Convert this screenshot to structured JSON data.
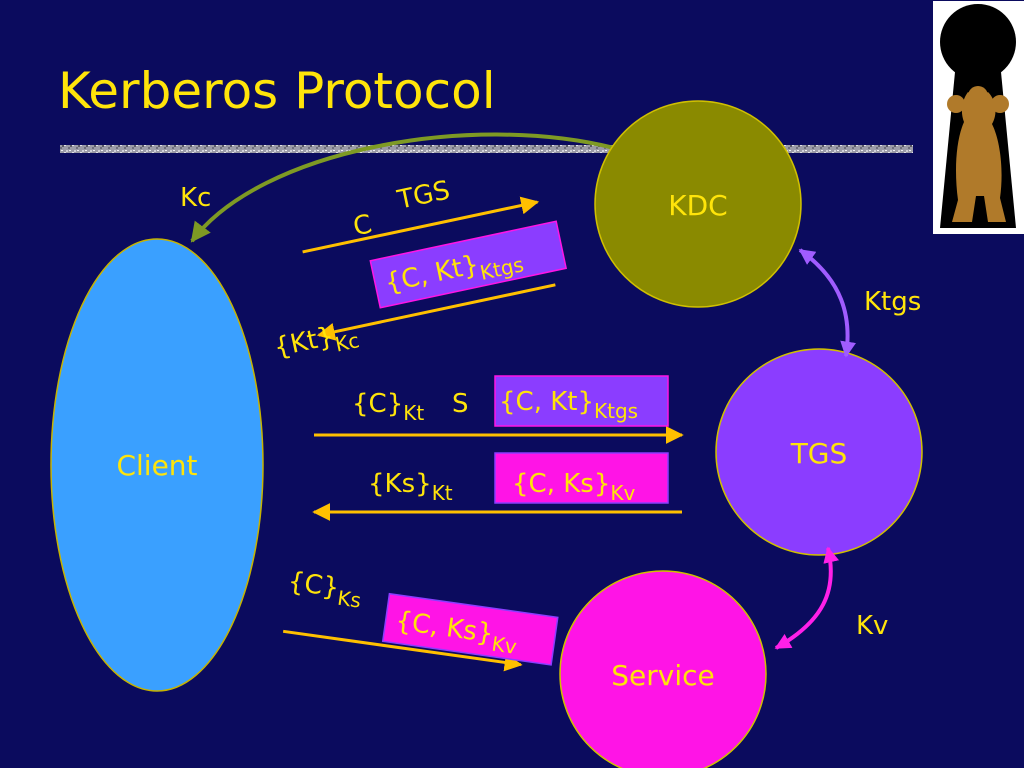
{
  "title": "Kerberos Protocol",
  "colors": {
    "background": "#0B0B5E",
    "text": "#FFE40A",
    "client": "#3AA0FF",
    "kdc": "#8A8A00",
    "tgs": "#8B3DFF",
    "service": "#FF14E6",
    "arrow_main": "#FFC000",
    "arrow_kc": "#7E9A24",
    "arrow_ktgs": "#A05CFF",
    "arrow_kv": "#FF20E8"
  },
  "nodes": {
    "client": "Client",
    "kdc": "KDC",
    "tgs": "TGS",
    "service": "Service"
  },
  "keys": {
    "kc": "Kc",
    "ktgs": "Ktgs",
    "kv": "Kv"
  },
  "messages": {
    "m1": {
      "c": "C",
      "tgs": "TGS"
    },
    "m2": {
      "kt": "{Kt}",
      "kt_sub": "Kc",
      "ticket": "{C, Kt}",
      "ticket_sub": "Ktgs"
    },
    "m3": {
      "c": "{C}",
      "c_sub": "Kt",
      "s": "S",
      "ticket": "{C, Kt}",
      "ticket_sub": "Ktgs"
    },
    "m4": {
      "ks": "{Ks}",
      "ks_sub": "Kt",
      "ticket": "{C, Ks}",
      "ticket_sub": "Kv"
    },
    "m5": {
      "c": "{C}",
      "c_sub": "Ks",
      "ticket": "{C, Ks}",
      "ticket_sub": "Kv"
    }
  },
  "logo_icon": "cerberus-keyhole-icon"
}
